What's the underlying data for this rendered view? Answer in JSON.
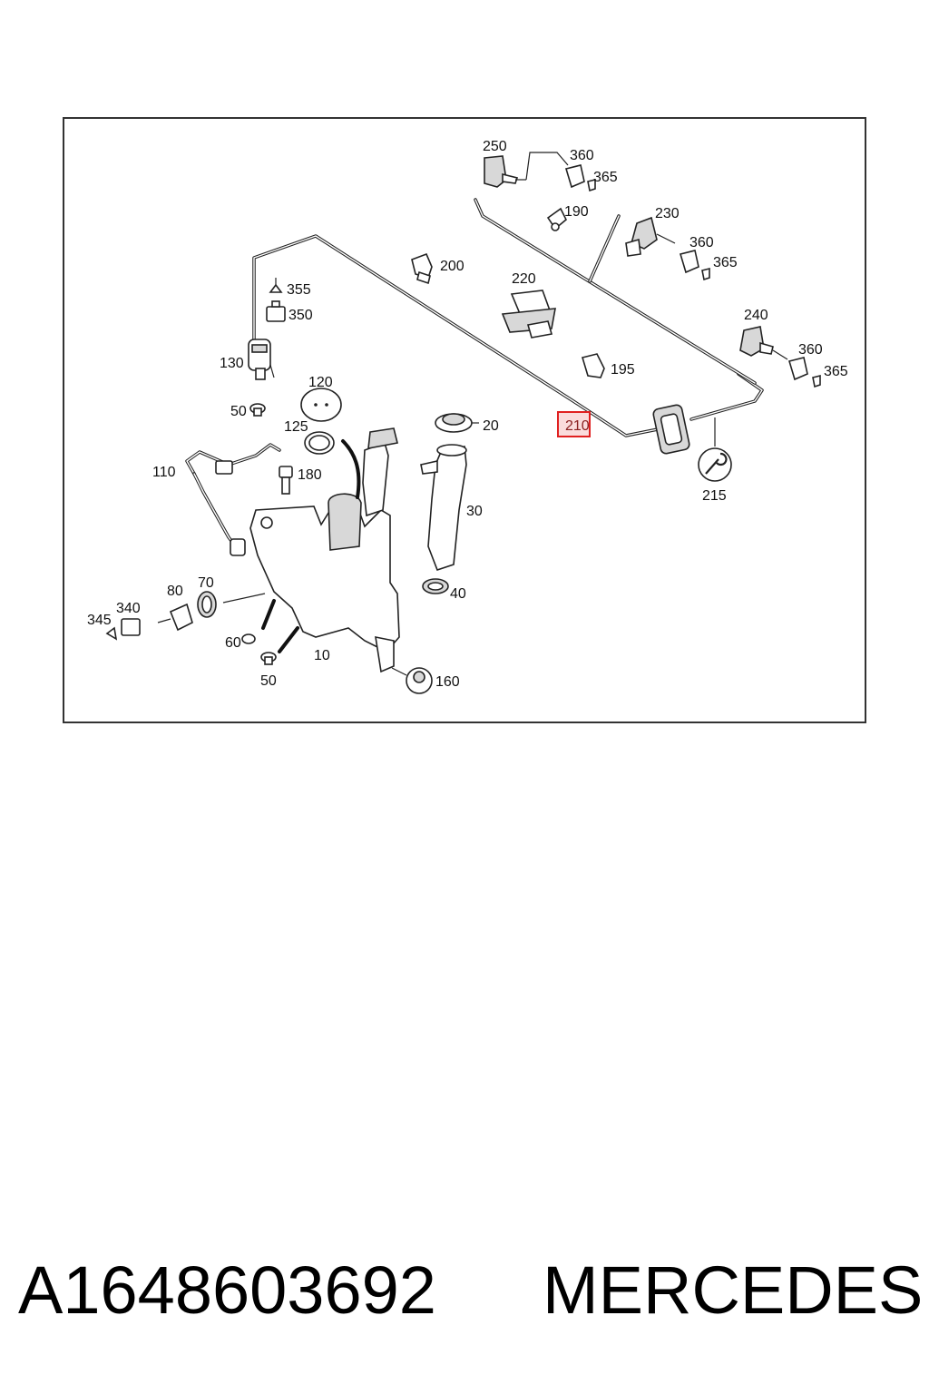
{
  "diagram": {
    "highlighted_callout": "210",
    "callouts": {
      "c250": "250",
      "c360a": "360",
      "c365a": "365",
      "c190": "190",
      "c230": "230",
      "c360b": "360",
      "c365b": "365",
      "c200": "200",
      "c220": "220",
      "c355": "355",
      "c350": "350",
      "c130": "130",
      "c195": "195",
      "c240": "240",
      "c360c": "360",
      "c365c": "365",
      "c120": "120",
      "c50a": "50",
      "c125": "125",
      "c20": "20",
      "c110": "110",
      "c180": "180",
      "c215": "215",
      "c30": "30",
      "c80": "80",
      "c70": "70",
      "c340": "340",
      "c345": "345",
      "c40": "40",
      "c60": "60",
      "c10": "10",
      "c50b": "50",
      "c160": "160"
    },
    "icons": [
      "wrench-icon"
    ],
    "colors": {
      "highlight": "#e02020"
    }
  },
  "footer": {
    "part_number": "A1648603692",
    "brand": "MERCEDES"
  }
}
